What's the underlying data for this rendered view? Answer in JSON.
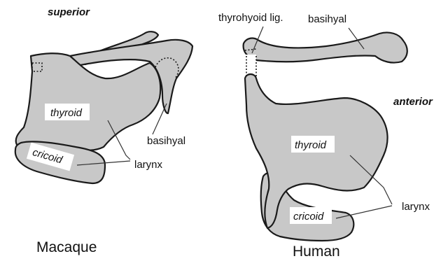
{
  "directions": {
    "superior": "superior",
    "anterior": "anterior"
  },
  "macaque": {
    "species": "Macaque",
    "thyroid": "thyroid",
    "cricoid": "cricoid",
    "basihyal": "basihyal",
    "larynx": "larynx"
  },
  "human": {
    "species": "Human",
    "thyrohyoid": "thyrohyoid lig.",
    "basihyal": "basihyal",
    "thyroid": "thyroid",
    "cricoid": "cricoid",
    "larynx": "larynx"
  },
  "colors": {
    "cartilage_fill": "#c8c8c8",
    "outline": "#1a1a1a"
  }
}
